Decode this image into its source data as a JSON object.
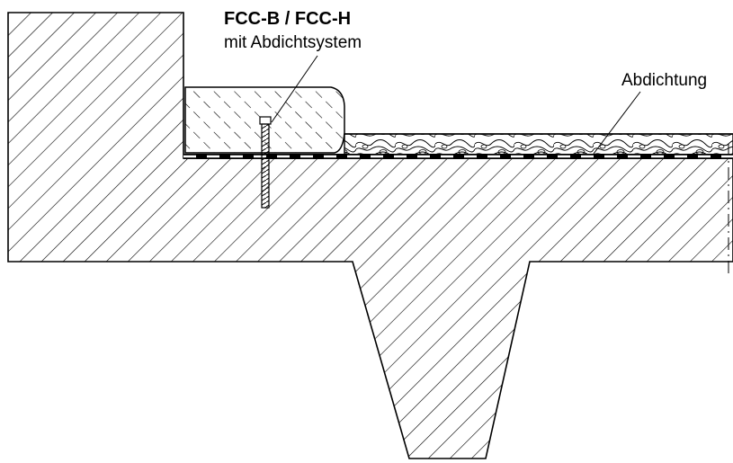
{
  "labels": {
    "product": "FCC-B / FCC-H",
    "product_note": "mit Abdichtsystem",
    "seal": "Abdichtung"
  },
  "colors": {
    "line": "#000000",
    "background": "#ffffff"
  }
}
